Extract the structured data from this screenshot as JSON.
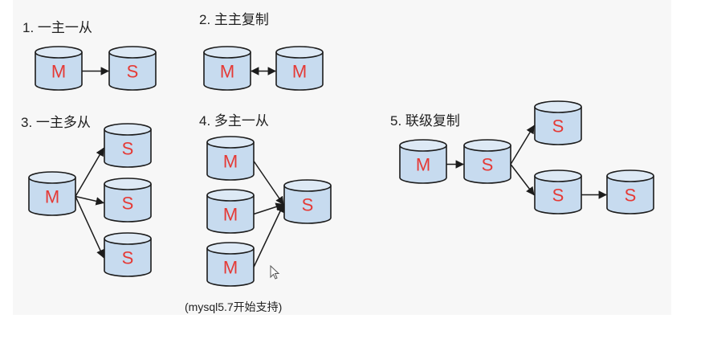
{
  "titles": {
    "t1": "1. 一主一从",
    "t2": "2. 主主复制",
    "t3": "3. 一主多从",
    "t4": "4. 多主一从",
    "t5": "5. 联级复制"
  },
  "note": "(mysql5.7开始支持)",
  "labels": {
    "master": "M",
    "slave": "S"
  },
  "colors": {
    "db_fill": "#c7dbef",
    "db_top": "#dde9f5",
    "db_stroke": "#1c1c1c",
    "label": "#e53935",
    "arrow": "#1c1c1c"
  }
}
